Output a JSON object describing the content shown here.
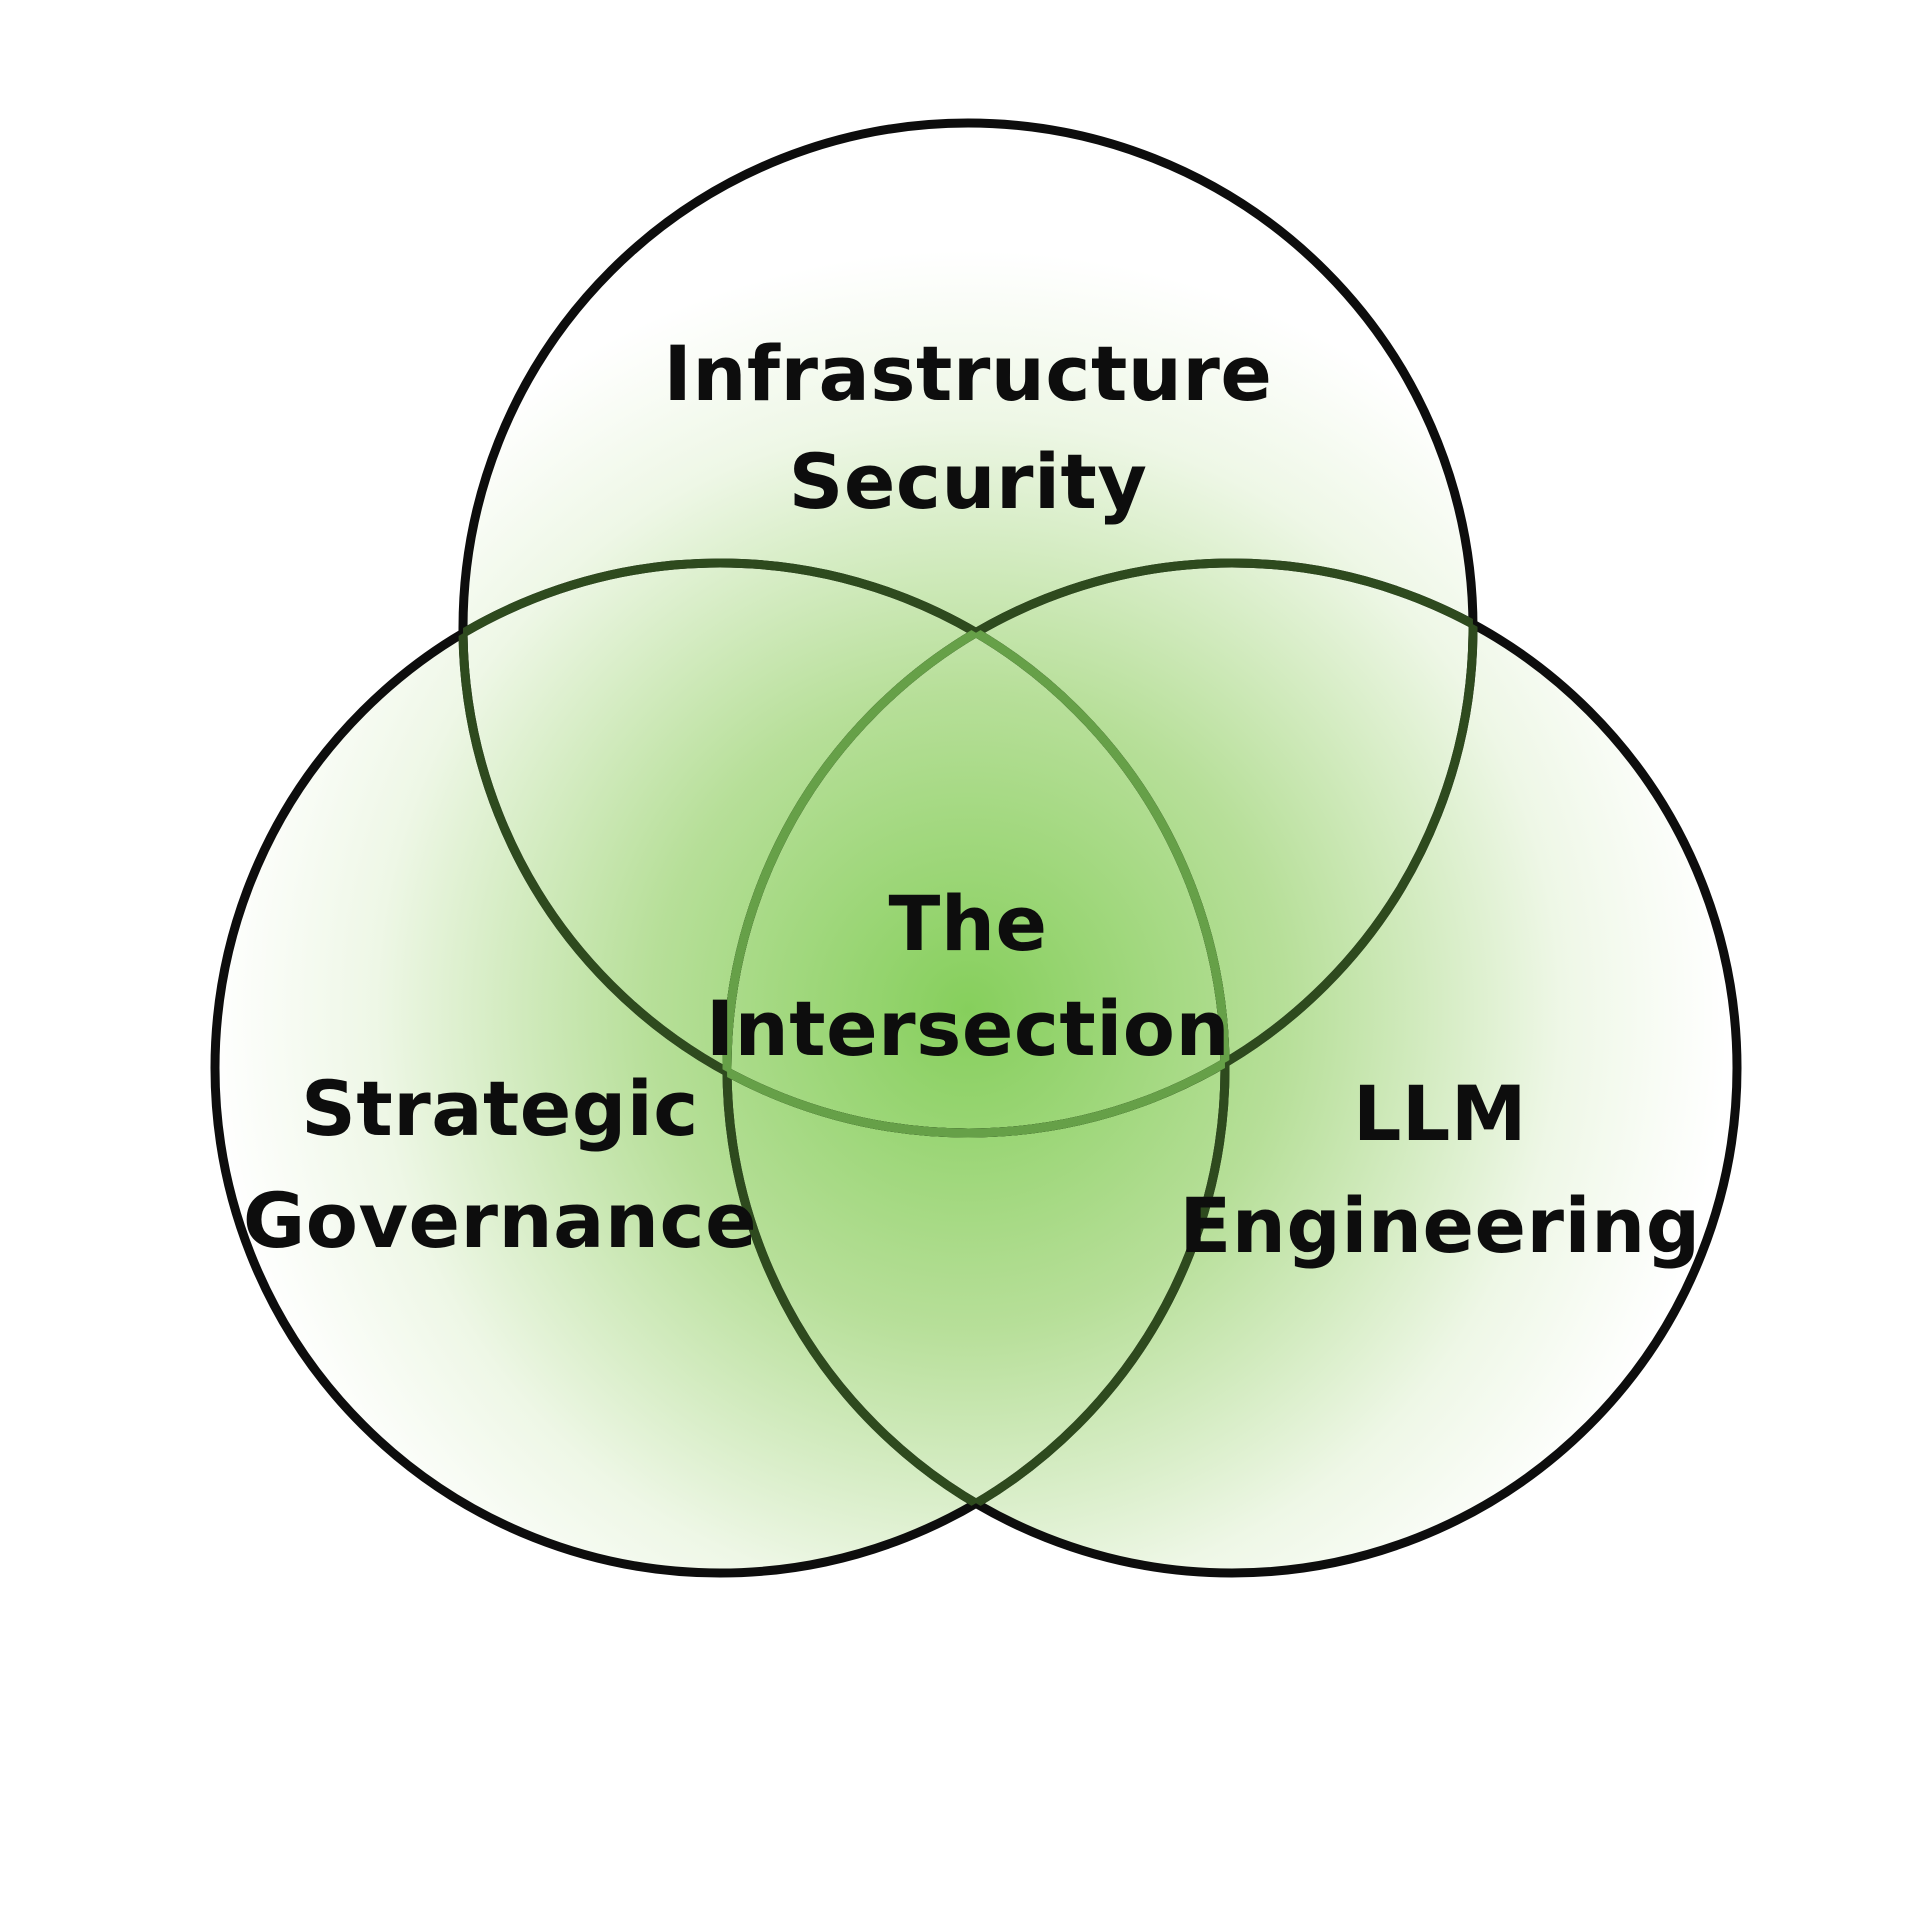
{
  "diagram": {
    "type": "venn",
    "colors": {
      "background": "#ffffff",
      "fill_center": "#86cf5c",
      "fill_mid": "#b7df99",
      "fill_light": "#eef7e6",
      "outer_stroke": "#0d0d0d",
      "inner_stroke_dark": "#2e4a1e",
      "inner_stroke_light": "#66a048"
    },
    "sets": [
      {
        "id": "infrastructure-security",
        "lines": [
          "Infrastructure",
          "Security"
        ]
      },
      {
        "id": "strategic-governance",
        "lines": [
          "Strategic",
          "Governance"
        ]
      },
      {
        "id": "llm-engineering",
        "lines": [
          "LLM",
          "Engineering"
        ]
      }
    ],
    "intersection": {
      "lines": [
        "The",
        "Intersection"
      ]
    }
  }
}
